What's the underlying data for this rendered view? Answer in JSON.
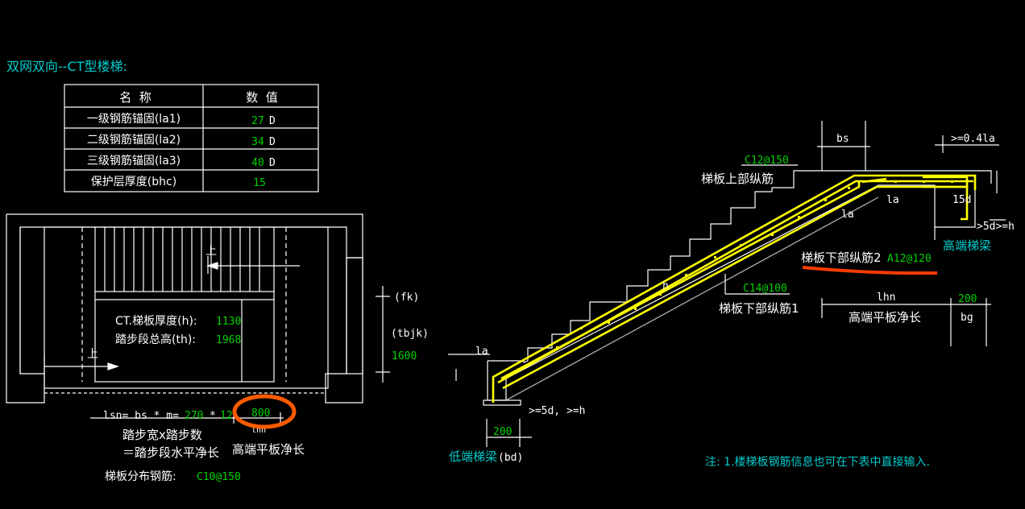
{
  "title": "双网双向--CT型楼梯:",
  "param_table": {
    "headers": [
      "名  称",
      "数  值"
    ],
    "rows": [
      {
        "name": "一级钢筋锚固(la1)",
        "value": "27",
        "unit": "D"
      },
      {
        "name": "二级钢筋锚固(la2)",
        "value": "34",
        "unit": "D"
      },
      {
        "name": "三级钢筋锚固(la3)",
        "value": "40",
        "unit": "D"
      },
      {
        "name": "保护层厚度(bhc)",
        "value": "15",
        "unit": ""
      }
    ]
  },
  "plan": {
    "up_label_top": "上",
    "up_label_bottom": "上",
    "thickness_label": "CT.梯板厚度(h):",
    "thickness_value": "1130",
    "height_label": "踏步段总高(th):",
    "height_value": "1968",
    "fk_label": "(fk)",
    "tbjk_label": "(tbjk)",
    "tbjk_value": "1600",
    "lsn_formula_prefix": "lsn= bs * m=",
    "bs_value": "270",
    "times": "*",
    "m_value": "12",
    "lhn_value": "800",
    "lhn_label": "lhn",
    "note_line1": "踏步宽x踏步数",
    "note_line2": "＝踏步段水平净长",
    "high_flat_label": "高端平板净长",
    "dist_bar_label": "梯板分布钢筋:",
    "dist_bar_value": "C10@150"
  },
  "section": {
    "bs_label": "bs",
    "upper_bar_spec": "C12@150",
    "upper_bar_label": "梯板上部纵筋",
    "anchor_04": ">=0.4la",
    "la_top": "la",
    "la_mid": "la",
    "la_left": "la",
    "d15": "15d",
    "d5h_right": ">5d>=h",
    "high_beam_label": "高端梯梁",
    "lower_bar2_label": "梯板下部纵筋2",
    "lower_bar2_spec": "A12@120",
    "h_label": "h",
    "lower_bar1_spec": "C14@100",
    "lower_bar1_label": "梯板下部纵筋1",
    "lhn_label": "lhn",
    "bg_value": "200",
    "bg_label": "bg",
    "high_flat_label": "高端平板净长",
    "d5h_left": ">=5d, >=h",
    "bd_value": "200",
    "low_beam_label": "低端梯梁",
    "bd_label": "(bd)"
  },
  "footnote": "注: 1.楼梯板钢筋信息也可在下表中直接输入.",
  "colors": {
    "background": "#000000",
    "line": "#ffffff",
    "value_green": "#00d200",
    "cyan": "#00cccc",
    "rebar_yellow": "#ffff00",
    "highlight_orange": "#ff5a00"
  }
}
